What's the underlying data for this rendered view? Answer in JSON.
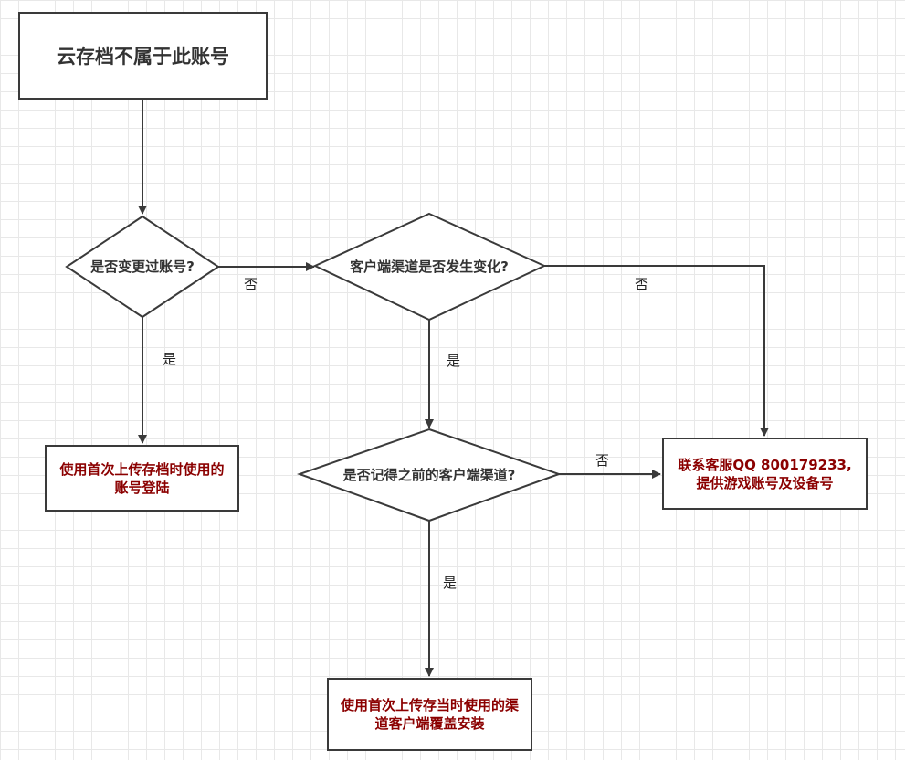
{
  "nodes": {
    "start": "云存档不属于此账号",
    "decision_account_changed": "是否变更过账号?",
    "decision_channel_changed": "客户端渠道是否发生变化?",
    "decision_remember_channel": "是否记得之前的客户端渠道?",
    "result_first_upload_account": "使用首次上传存档时使用的账号登陆",
    "result_contact_support": "联系客服QQ 800179233,提供游戏账号及设备号",
    "result_reinstall_channel": "使用首次上传存当时使用的渠道客户端覆盖安装"
  },
  "edges": {
    "account_no": "否",
    "account_yes": "是",
    "channel_no": "否",
    "channel_yes": "是",
    "remember_no": "否",
    "remember_yes": "是"
  },
  "colors": {
    "line": "#3a3a3a",
    "result_text": "#8b0000",
    "grid": "#e8e8e8"
  }
}
